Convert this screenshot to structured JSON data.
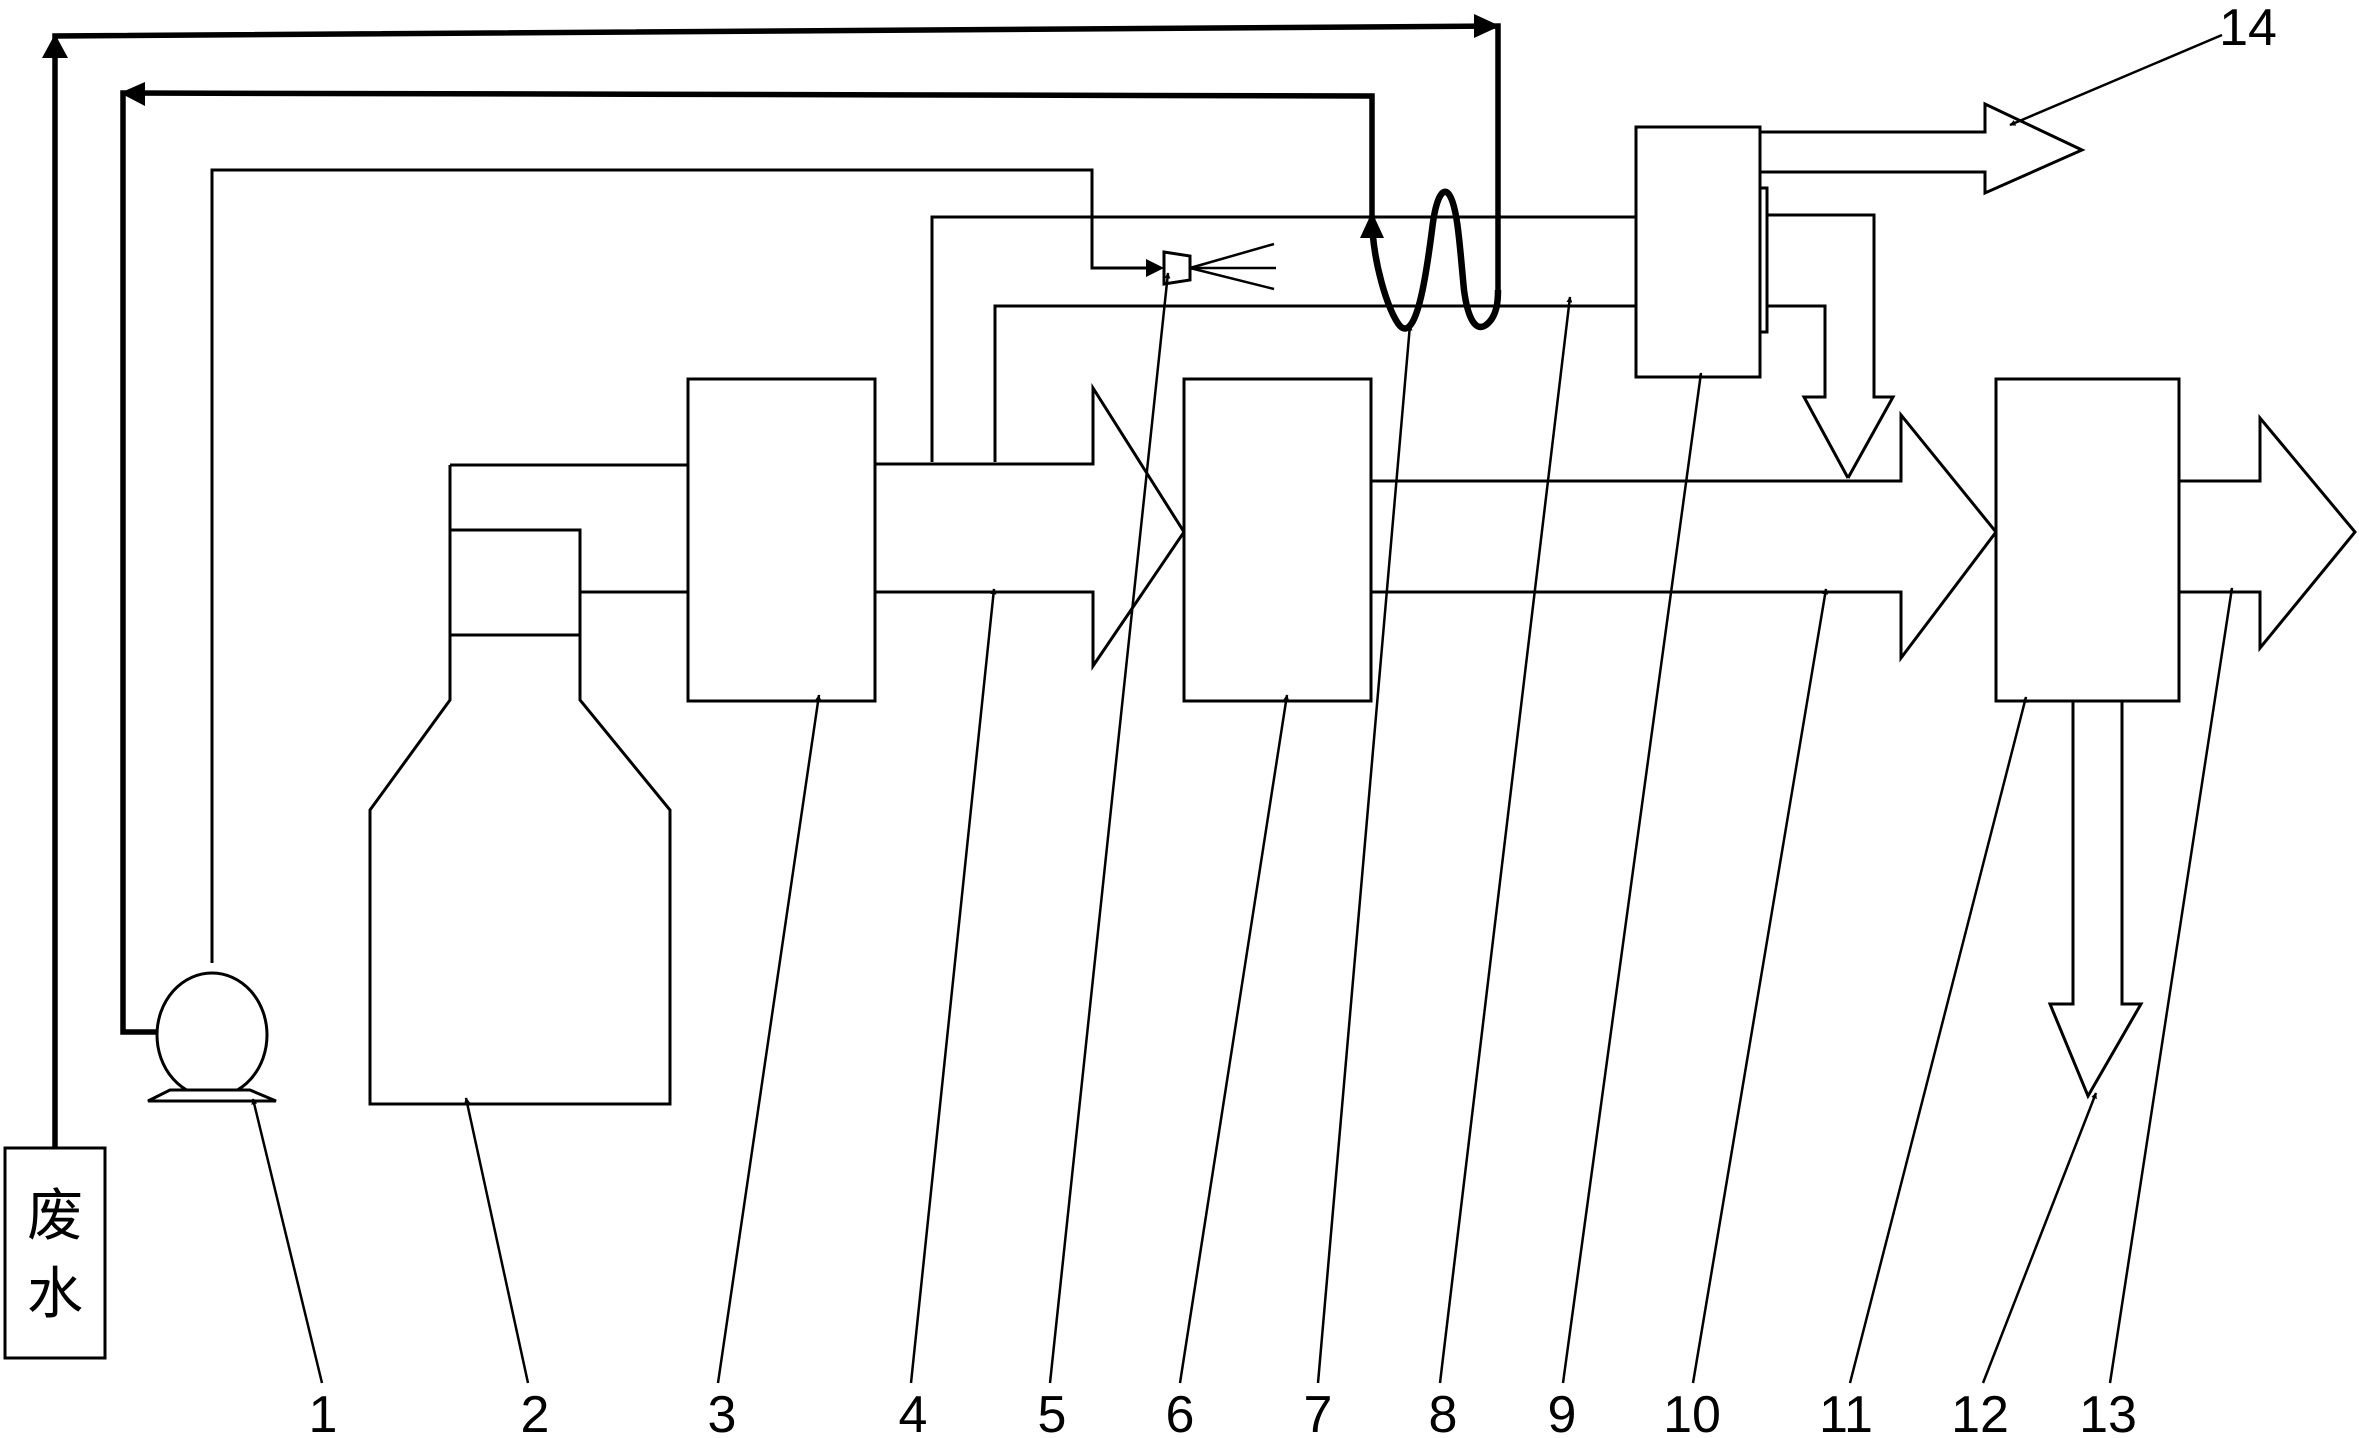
{
  "wastewater_label": [
    "废",
    "水"
  ],
  "labels": [
    "1",
    "2",
    "3",
    "4",
    "5",
    "6",
    "7",
    "8",
    "9",
    "10",
    "11",
    "12",
    "13",
    "14"
  ]
}
